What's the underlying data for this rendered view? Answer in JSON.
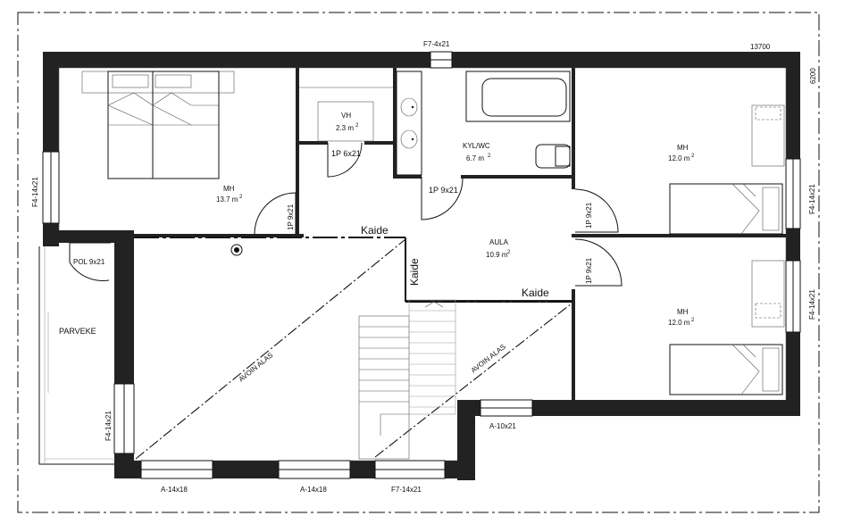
{
  "dimensions": {
    "width": "13700",
    "height": "6200"
  },
  "rooms": {
    "bedroom_left": {
      "name": "MH",
      "area": "13.7 m",
      "sup": "2"
    },
    "vh": {
      "name": "VH",
      "area": "2.3 m",
      "sup": "2"
    },
    "bath": {
      "name": "KYL/WC",
      "area": "6.7 m",
      "sup": "2"
    },
    "bedroom_right_top": {
      "name": "MH",
      "area": "12.0 m",
      "sup": "2"
    },
    "bedroom_right_bottom": {
      "name": "MH",
      "area": "12.0 m",
      "sup": "2"
    },
    "hall": {
      "name": "AULA",
      "area": "10.9 m",
      "sup": "2"
    },
    "balcony": {
      "name": "PARVEKE"
    }
  },
  "openings": {
    "window_top": "F7-4x21",
    "window_left_top": "F4-14x21",
    "window_right_top": "F4-14x21",
    "window_right_bottom": "F4-14x21",
    "window_left_bottom": "F4-14x21",
    "window_bottom_1": "A-14x18",
    "window_bottom_2": "A-14x18",
    "window_bottom_3": "F7-14x21",
    "window_stair": "A-10x21",
    "door_balcony": "POL 9x21",
    "door_vh": "1P 6x21",
    "door_bath": "1P 9x21",
    "door_bedroom_left": "1P 9x21",
    "door_right_top": "1P 9x21",
    "door_right_bottom": "1P 9x21"
  },
  "railings": {
    "top": "Kaide",
    "vertical": "Kaide",
    "bottom": "Kaide"
  },
  "open_below": {
    "label_1": "AVOIN ALAS",
    "label_2": "AVOIN ALAS"
  }
}
